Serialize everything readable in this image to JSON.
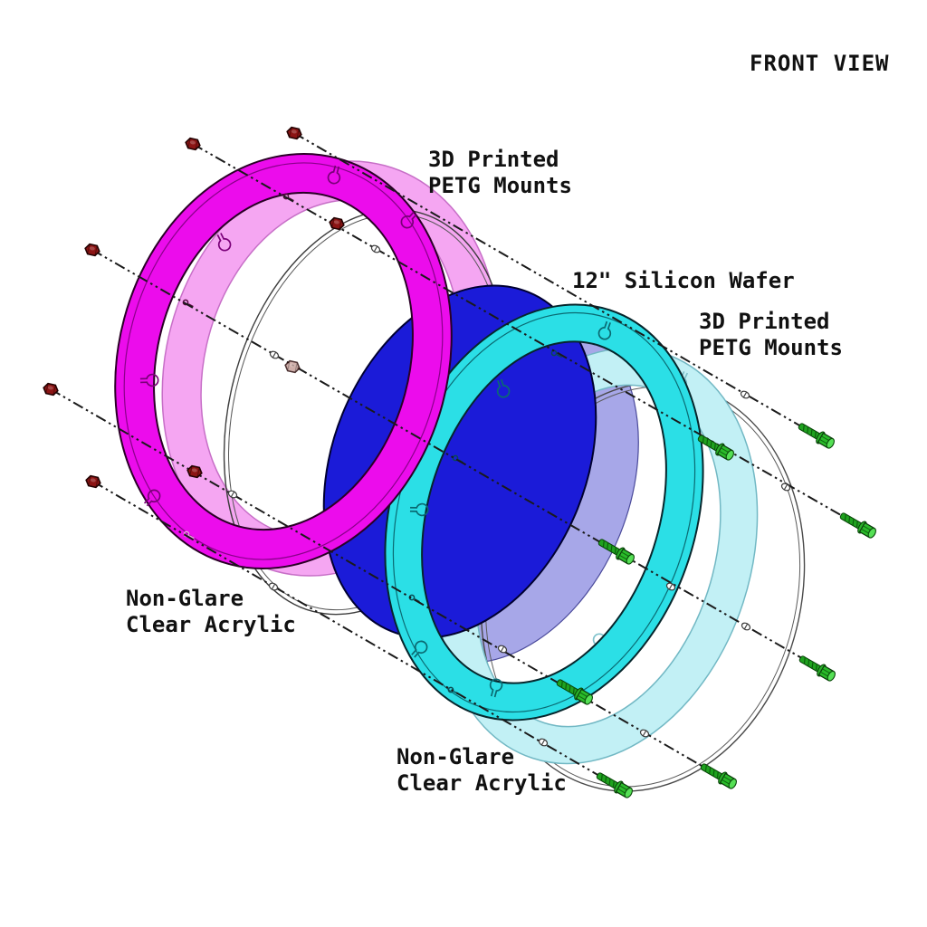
{
  "title": "FRONT VIEW",
  "callouts": {
    "front_mount": {
      "line1": "3D Printed",
      "line2": "PETG Mounts"
    },
    "rear_mount": {
      "line1": "3D Printed",
      "line2": "PETG Mounts"
    },
    "wafer": {
      "line1": "12\" Silicon Wafer"
    },
    "front_acrylic": {
      "line1": "Non-Glare",
      "line2": "Clear Acrylic"
    },
    "rear_acrylic": {
      "line1": "Non-Glare",
      "line2": "Clear Acrylic"
    }
  },
  "parts": {
    "front_petg_mount": {
      "name": "3D Printed PETG Mount (front)",
      "face_color": "#EC0CEC",
      "back_face_color": "#F5A6F2"
    },
    "rear_petg_mount": {
      "name": "3D Printed PETG Mount (rear)",
      "face_color": "#2BDFE6",
      "back_face_color": "#C2F0F5"
    },
    "silicon_wafer": {
      "name": "12\" Silicon Wafer",
      "face_color": "#1B1BD8",
      "back_face_color": "#A7A7E8"
    },
    "acrylic_discs": {
      "name": "Non-Glare Clear Acrylic",
      "count": 2,
      "outline_color": "#4A4A4A"
    }
  },
  "fasteners": {
    "hex_nuts": {
      "count": 8,
      "color": "#8C1414",
      "faded_color": "#C49A94"
    },
    "bolts": {
      "count": 8,
      "color": "#2ABB2A"
    },
    "axis_lines": {
      "count": 5,
      "style": "dash-dot-dot",
      "color": "#1A1A1A"
    }
  }
}
